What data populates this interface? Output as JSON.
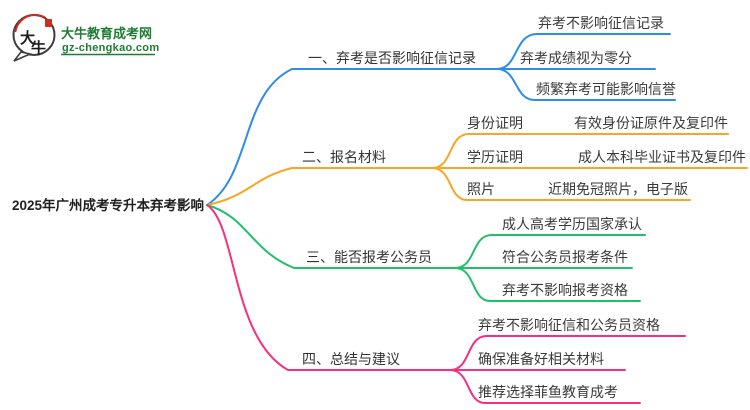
{
  "logo": {
    "badge_text_top": "大",
    "badge_text_bottom": "牛",
    "title": "大牛教育成考网",
    "url": "gz-chengkao.com",
    "brand_color": "#1e7d33",
    "seal_color": "#cf2b20",
    "outline_color": "#3d3d3d"
  },
  "root": {
    "label": "2025年广州成考专升本弃考影响"
  },
  "branches": [
    {
      "label": "一、弃考是否影响征信记录",
      "color": "#2f8ce8",
      "children": [
        {
          "label": "弃考不影响征信记录"
        },
        {
          "label": "弃考成绩视为零分"
        },
        {
          "label": "频繁弃考可能影响信誉"
        }
      ]
    },
    {
      "label": "二、报名材料",
      "color": "#f7a723",
      "children": [
        {
          "label": "身份证明",
          "detail": "有效身份证原件及复印件"
        },
        {
          "label": "学历证明",
          "detail": "成人本科毕业证书及复印件"
        },
        {
          "label": "照片",
          "detail": "近期免冠照片，电子版"
        }
      ]
    },
    {
      "label": "三、能否报考公务员",
      "color": "#22bf6b",
      "children": [
        {
          "label": "成人高考学历国家承认"
        },
        {
          "label": "符合公务员报考条件"
        },
        {
          "label": "弃考不影响报考资格"
        }
      ]
    },
    {
      "label": "四、总结与建议",
      "color": "#f5317f",
      "children": [
        {
          "label": "弃考不影响征信和公务员资格"
        },
        {
          "label": "确保准备好相关材料"
        },
        {
          "label": "推荐选择菲鱼教育成考"
        }
      ]
    }
  ]
}
